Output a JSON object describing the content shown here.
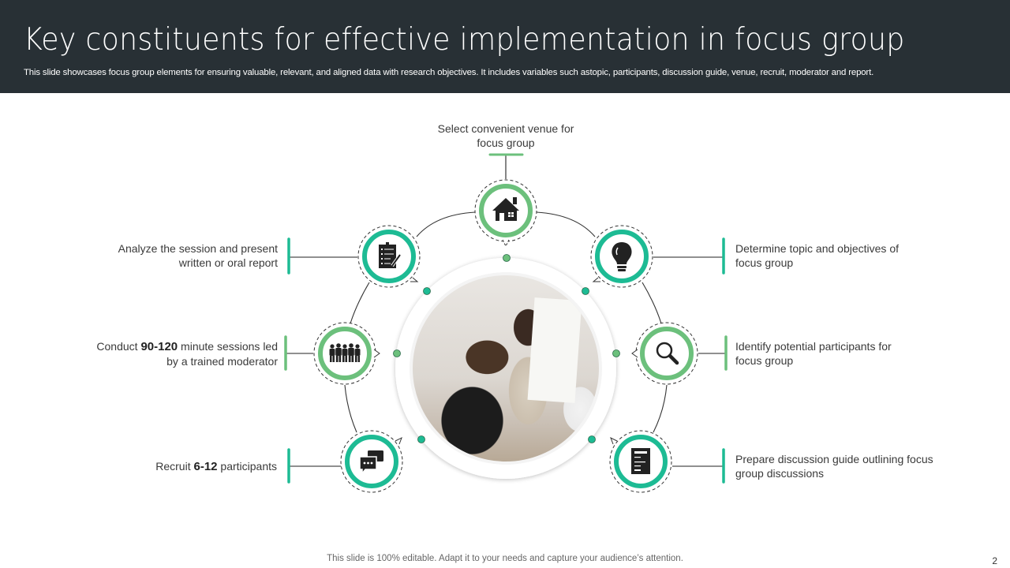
{
  "header": {
    "title": "Key constituents for effective implementation in focus group",
    "subtitle": "This slide showcases focus group elements for ensuring valuable, relevant, and aligned data with research objectives. It includes variables such astopic, participants, discussion guide, venue, recruit, moderator and report."
  },
  "colors": {
    "header_bg": "#283035",
    "teal": "#1dbb94",
    "green": "#6cc07c",
    "icon_dark": "#222222"
  },
  "diagram": {
    "center_image": "focus-group-photo",
    "nodes": [
      {
        "id": "venue",
        "icon": "house-icon",
        "ring": "green",
        "label": "Select convenient venue for focus group",
        "label_line1": "Select convenient venue for",
        "label_line2": "focus group"
      },
      {
        "id": "topic",
        "icon": "lightbulb-icon",
        "ring": "teal",
        "label_line1": "Determine topic and objectives of",
        "label_line2": "focus group"
      },
      {
        "id": "participants",
        "icon": "magnifier-icon",
        "ring": "green",
        "label_line1": "Identify potential participants for",
        "label_line2": "focus group"
      },
      {
        "id": "guide",
        "icon": "document-icon",
        "ring": "teal",
        "label_line1": "Prepare discussion guide outlining focus",
        "label_line2": "group discussions"
      },
      {
        "id": "recruit",
        "icon": "chat-bubbles-icon",
        "ring": "teal",
        "label_pre": "Recruit ",
        "label_bold": "6-12",
        "label_post": " participants"
      },
      {
        "id": "moderator",
        "icon": "people-group-icon",
        "ring": "green",
        "label_pre": "Conduct ",
        "label_bold": "90-120",
        "label_post": " minute sessions led",
        "label_line2": "by a trained moderator"
      },
      {
        "id": "report",
        "icon": "clipboard-report-icon",
        "ring": "teal",
        "label_line1": "Analyze the session and present",
        "label_line2": "written or oral report"
      }
    ]
  },
  "footer": {
    "note": "This slide is 100% editable. Adapt it to your needs and capture your audience’s attention.",
    "page_number": "2"
  }
}
